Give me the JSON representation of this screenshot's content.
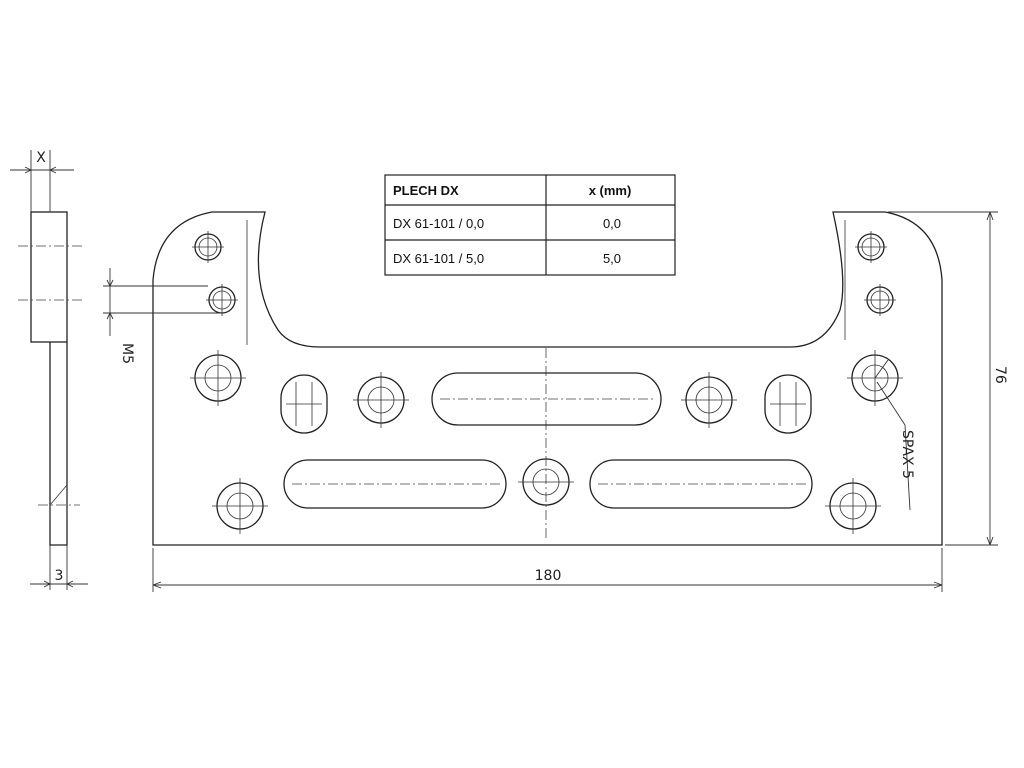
{
  "table": {
    "headers": [
      "PLECH DX",
      "x (mm)"
    ],
    "rows": [
      [
        "DX 61-101 / 0,0",
        "0,0"
      ],
      [
        "DX 61-101 / 5,0",
        "5,0"
      ]
    ]
  },
  "dimensions": {
    "x_label": "X",
    "thickness_label": "3",
    "screw_thread_label": "M5",
    "width_label": "180",
    "height_label": "76",
    "screw_label": "SPAX 5"
  }
}
